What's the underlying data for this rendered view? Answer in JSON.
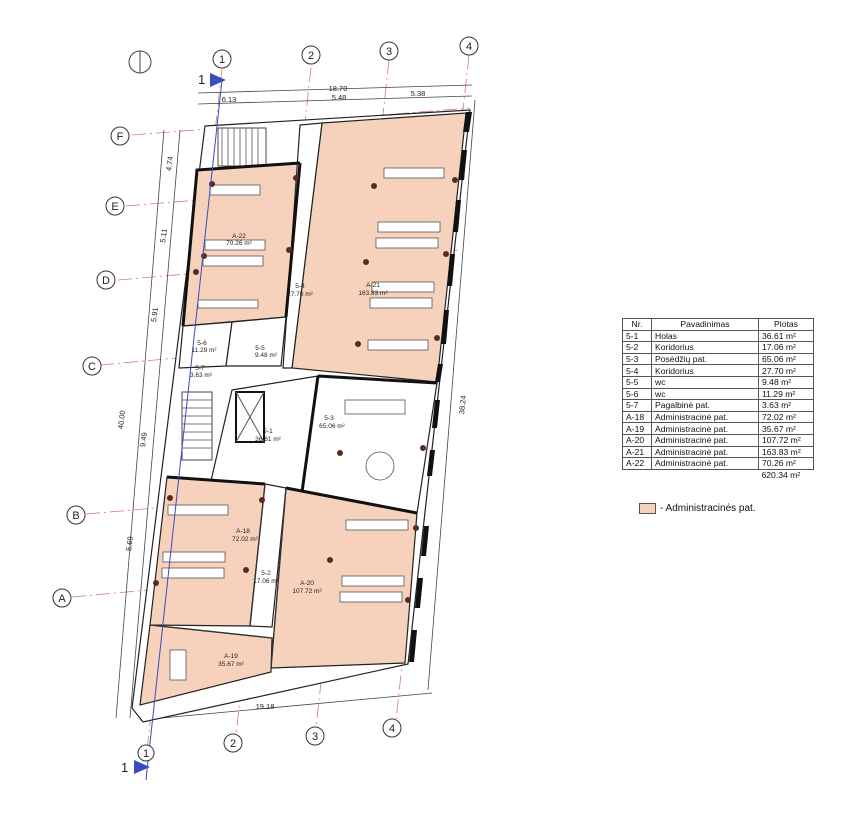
{
  "colors": {
    "admin_fill": "#f6d2bc",
    "grid_line": "#d87a7a",
    "section_marker": "#3b4cc0"
  },
  "grid": {
    "columns": [
      "1",
      "2",
      "3",
      "4"
    ],
    "rows": [
      "F",
      "E",
      "D",
      "C",
      "B",
      "A"
    ]
  },
  "section_marker": {
    "label": "1"
  },
  "dimensions": {
    "top_total": "18.70",
    "top_segments": [
      "6.13",
      "5.48",
      "5.38"
    ],
    "bottom_total": "19.18",
    "left_segments": [
      "4.74",
      "5.11",
      "5.91",
      "9.49",
      "5.69"
    ],
    "left_total": "40.00",
    "right_total": "38.24"
  },
  "rooms": {
    "a22": {
      "id": "A-22",
      "area": "70.26 m²"
    },
    "a21": {
      "id": "A-21",
      "area": "163.83 m²"
    },
    "r54": {
      "id": "5-4",
      "area": "27.70 m²"
    },
    "r56": {
      "id": "5-6",
      "area": "11.29 m²"
    },
    "r55": {
      "id": "5-5",
      "area": "9.48 m²"
    },
    "r57": {
      "id": "5-7",
      "area": "3.63 m²"
    },
    "r53": {
      "id": "5-3",
      "area": "65.06 m²"
    },
    "r51": {
      "id": "5-1",
      "area": "36.61 m²"
    },
    "a18": {
      "id": "A-18",
      "area": "72.02 m²"
    },
    "r52": {
      "id": "5-2",
      "area": "17.06 m²"
    },
    "a20": {
      "id": "A-20",
      "area": "107.72 m²"
    },
    "a19": {
      "id": "A-19",
      "area": "35.67 m²"
    }
  },
  "table": {
    "headers": [
      "Nr.",
      "Pavadinimas",
      "Plotas"
    ],
    "rows": [
      [
        "5-1",
        "Holas",
        "36.61 m²"
      ],
      [
        "5-2",
        "Koridorius",
        "17.06 m²"
      ],
      [
        "5-3",
        "Posėdžių pat.",
        "65.06 m²"
      ],
      [
        "5-4",
        "Koridorius",
        "27.70 m²"
      ],
      [
        "5-5",
        "wc",
        "9.48 m²"
      ],
      [
        "5-6",
        "wc",
        "11.29 m²"
      ],
      [
        "5-7",
        "Pagalbinė pat.",
        "3.63 m²"
      ],
      [
        "A-18",
        "Administracinė pat.",
        "72.02 m²"
      ],
      [
        "A-19",
        "Administracinė pat.",
        "35.67 m²"
      ],
      [
        "A-20",
        "Administracinė pat.",
        "107.72 m²"
      ],
      [
        "A-21",
        "Administracinė pat.",
        "163.83 m²"
      ],
      [
        "A-22",
        "Administracinė pat.",
        "70.26 m²"
      ]
    ],
    "total": "620.34 m²"
  },
  "legend": {
    "label": "- Administracinės pat."
  }
}
